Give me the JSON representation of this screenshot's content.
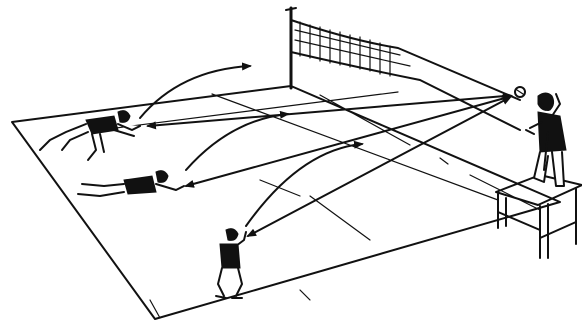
{
  "image": {
    "kind": "line-drawing",
    "ink_color": "#111111",
    "paper_color": "#ffffff",
    "figures": [
      "coach-on-platform",
      "diving-player",
      "sliding-player",
      "crouching-player"
    ],
    "objects": [
      "volleyball-court",
      "net",
      "referee-platform",
      "ball"
    ]
  }
}
